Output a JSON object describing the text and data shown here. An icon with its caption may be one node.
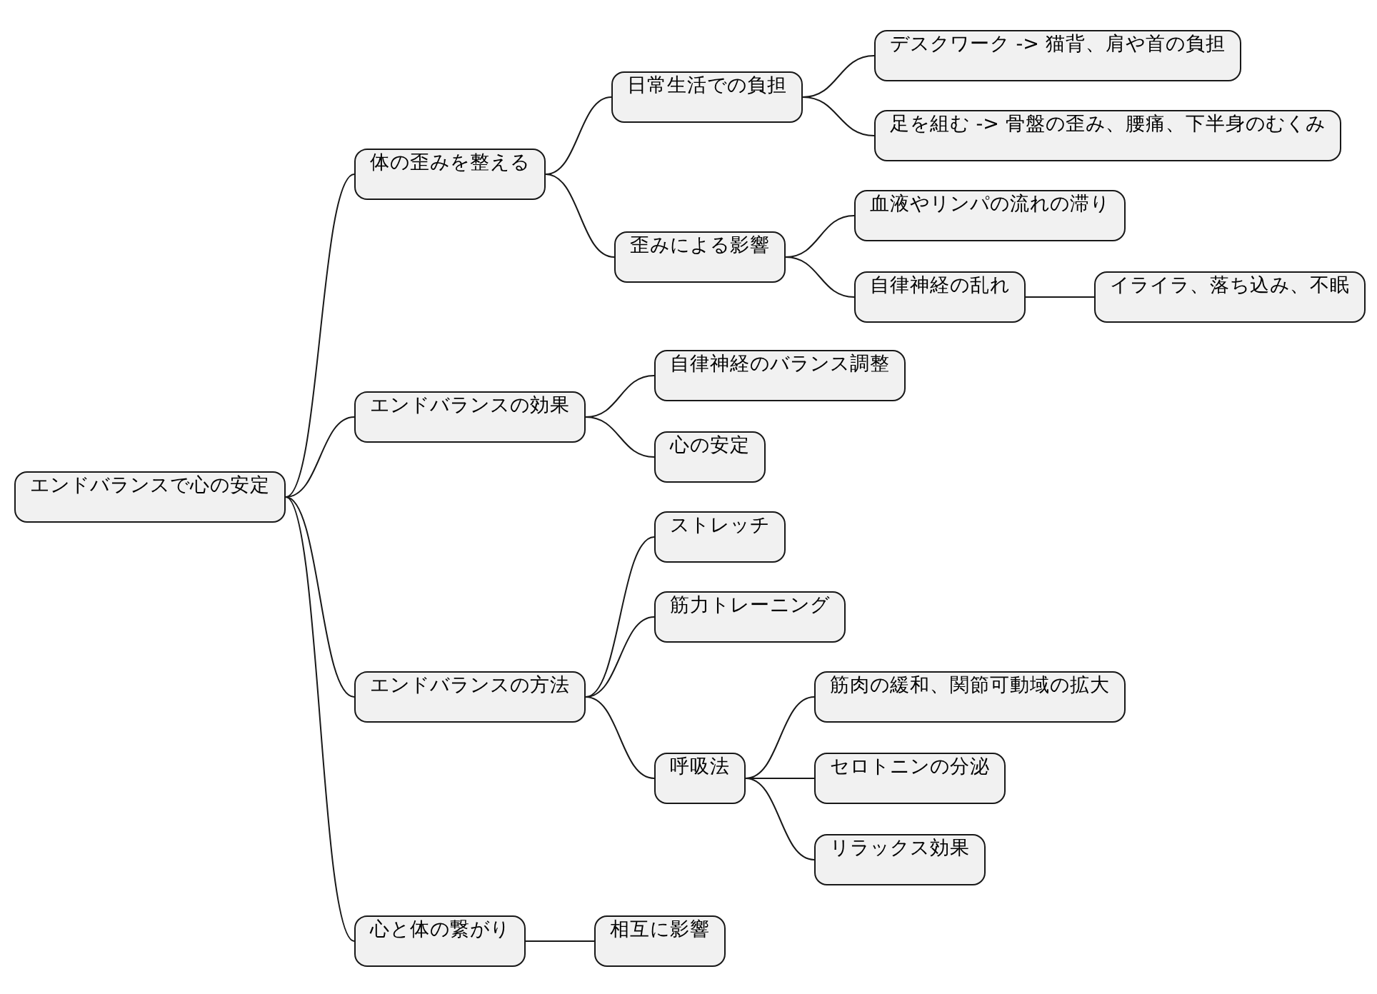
{
  "diagram": {
    "nodes": [
      {
        "text": [
          "エンドバランスで心の安定"
        ]
      },
      {
        "text": [
          "体の歪みを整える"
        ]
      },
      {
        "text": [
          "日常生活での負担"
        ]
      },
      {
        "text": [
          "デスクワーク -> 猫背、肩や首の負担"
        ]
      },
      {
        "text": [
          "足を組む -> 骨盤の歪み、腰痛、下半身のむくみ"
        ]
      },
      {
        "text": [
          "歪みによる影響"
        ]
      },
      {
        "text": [
          "血液やリンパの流れの滞り"
        ]
      },
      {
        "text": [
          "自律神経の乱れ"
        ]
      },
      {
        "text": [
          "イライラ、落ち込み、不眠"
        ]
      },
      {
        "text": [
          "エンドバランスの効果"
        ]
      },
      {
        "text": [
          "自律神経のバランス調整"
        ]
      },
      {
        "text": [
          "心の安定"
        ]
      },
      {
        "text": [
          "エンドバランスの方法"
        ]
      },
      {
        "text": [
          "ストレッチ"
        ]
      },
      {
        "text": [
          "筋力トレーニング"
        ]
      },
      {
        "text": [
          "呼吸法"
        ]
      },
      {
        "text": [
          "筋肉の緩和、関節可動域の拡大"
        ]
      },
      {
        "text": [
          "セロトニンの分泌"
        ]
      },
      {
        "text": [
          "リラックス効果"
        ]
      },
      {
        "text": [
          "心と体の繋がり"
        ]
      },
      {
        "text": [
          "相互に影響"
        ]
      }
    ],
    "edges": [
      {
        "from": 0,
        "to": 1,
        "arrow": "none"
      },
      {
        "from": 1,
        "to": 2,
        "arrow": "none"
      },
      {
        "from": 2,
        "to": 3,
        "arrow": "none"
      },
      {
        "from": 2,
        "to": 4,
        "arrow": "none"
      },
      {
        "from": 1,
        "to": 5,
        "arrow": "none"
      },
      {
        "from": 5,
        "to": 6,
        "arrow": "none"
      },
      {
        "from": 5,
        "to": 7,
        "arrow": "none"
      },
      {
        "from": 7,
        "to": 8,
        "arrow": "none"
      },
      {
        "from": 0,
        "to": 9,
        "arrow": "none"
      },
      {
        "from": 9,
        "to": 10,
        "arrow": "none"
      },
      {
        "from": 9,
        "to": 11,
        "arrow": "none"
      },
      {
        "from": 0,
        "to": 12,
        "arrow": "none"
      },
      {
        "from": 12,
        "to": 13,
        "arrow": "none"
      },
      {
        "from": 12,
        "to": 14,
        "arrow": "none"
      },
      {
        "from": 12,
        "to": 15,
        "arrow": "none"
      },
      {
        "from": 15,
        "to": 16,
        "arrow": "none"
      },
      {
        "from": 15,
        "to": 17,
        "arrow": "none"
      },
      {
        "from": 15,
        "to": 18,
        "arrow": "none"
      },
      {
        "from": 0,
        "to": 19,
        "arrow": "none"
      },
      {
        "from": 19,
        "to": 20,
        "arrow": "none"
      }
    ]
  }
}
